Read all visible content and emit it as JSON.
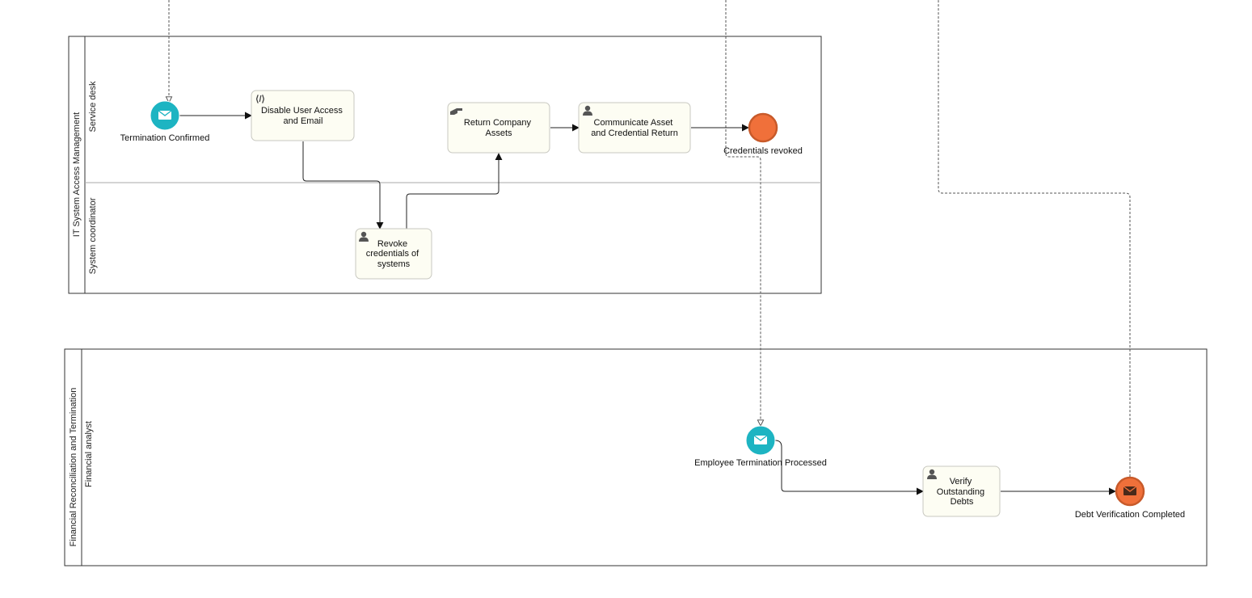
{
  "pools": [
    {
      "name": "IT System Access Management",
      "lanes": [
        "Service desk",
        "System coordinator"
      ]
    },
    {
      "name": "Financial Reconciliation and Termination",
      "lanes": [
        "Financial analyst"
      ]
    }
  ],
  "events": {
    "termination_confirmed": {
      "label": "Termination Confirmed",
      "type": "message-start",
      "color": "#1db4c2"
    },
    "credentials_revoked": {
      "label": "Credentials revoked",
      "type": "end",
      "color": "#f0703a"
    },
    "employee_termination_processed": {
      "label": "Employee Termination Processed",
      "type": "message-start",
      "color": "#1db4c2"
    },
    "debt_verification_completed": {
      "label": "Debt Verification Completed",
      "type": "message-end",
      "color": "#f0703a"
    }
  },
  "tasks": {
    "disable_access": {
      "lines": [
        "Disable User Access",
        "and Email"
      ],
      "icon": "script-icon"
    },
    "return_assets": {
      "lines": [
        "Return Company",
        "Assets"
      ],
      "icon": "manual-hand-icon"
    },
    "communicate_return": {
      "lines": [
        "Communicate Asset",
        "and Credential Return"
      ],
      "icon": "user-icon"
    },
    "revoke_credentials": {
      "lines": [
        "Revoke",
        "credentials of",
        "systems"
      ],
      "icon": "user-icon"
    },
    "verify_debts": {
      "lines": [
        "Verify",
        "Outstanding",
        "Debts"
      ],
      "icon": "user-icon"
    }
  },
  "colors": {
    "task_fill": "#fdfdf3",
    "task_stroke": "#c8c8c0",
    "start_event": "#1db4c2",
    "end_event": "#f0703a",
    "line": "#222222"
  }
}
